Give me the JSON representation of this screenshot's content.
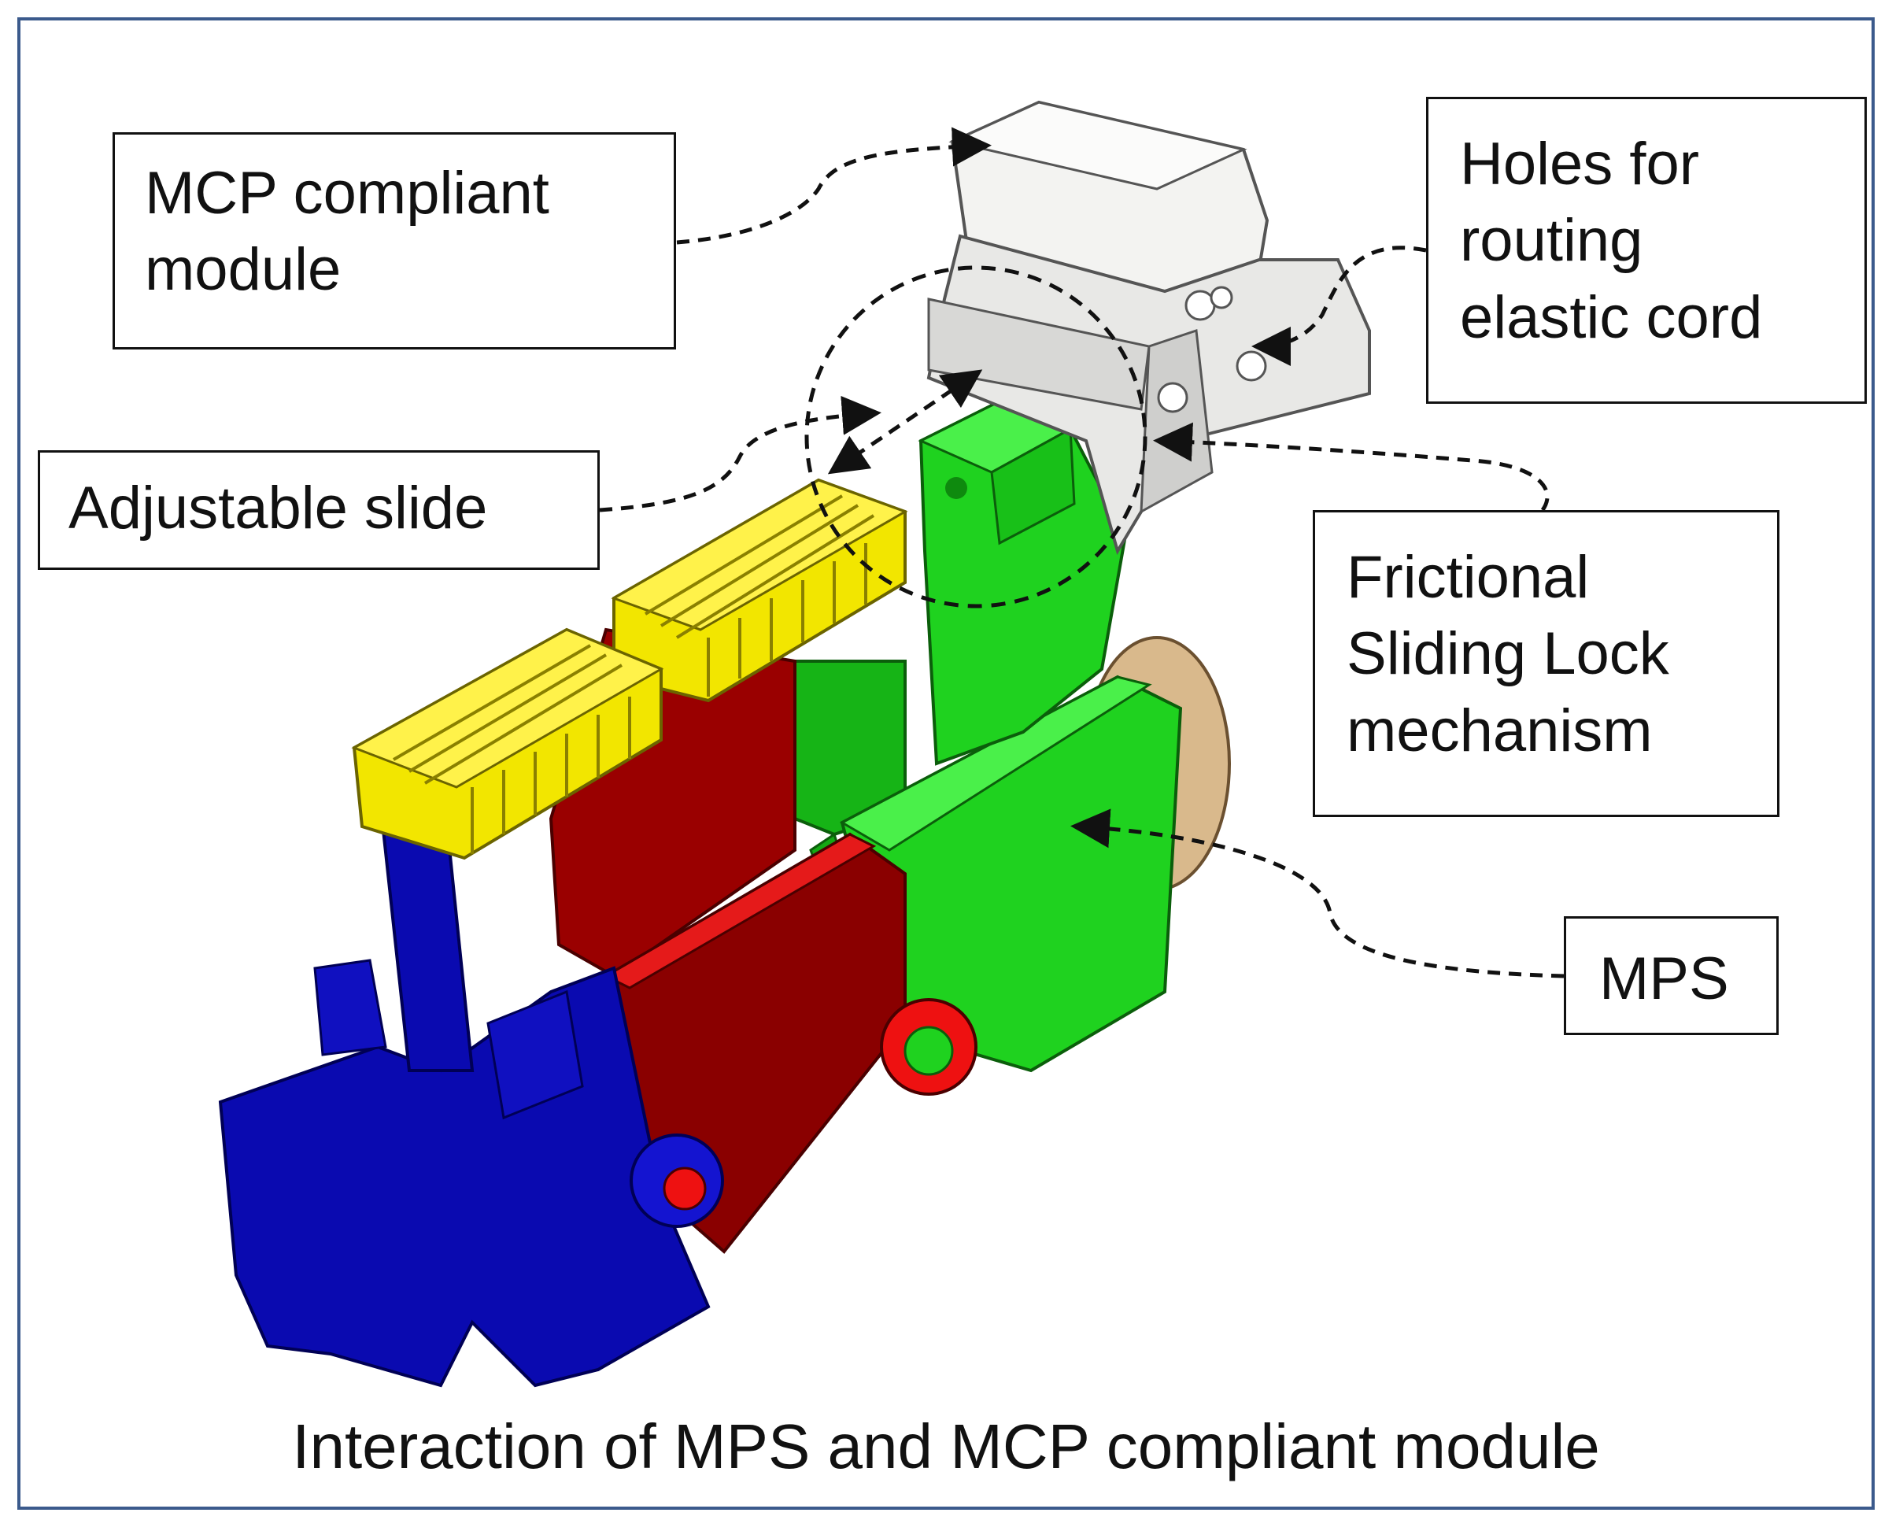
{
  "caption": "Interaction of MPS and MCP compliant module",
  "labels": {
    "mcp_module": "MCP compliant\nmodule",
    "holes": "Holes for\nrouting\nelastic cord",
    "adjustable_slide": "Adjustable slide",
    "sliding_lock": "Frictional\nSliding Lock\nmechanism",
    "mps": "MPS"
  },
  "colors": {
    "frame": "#3b5a8c",
    "blue_part": "#0a0ab0",
    "red_part": "#9a0000",
    "green_part": "#1fd21f",
    "yellow_part": "#f2e600",
    "compliant_module": "#e8e8e6",
    "joint_ball": "#d9b98c"
  }
}
